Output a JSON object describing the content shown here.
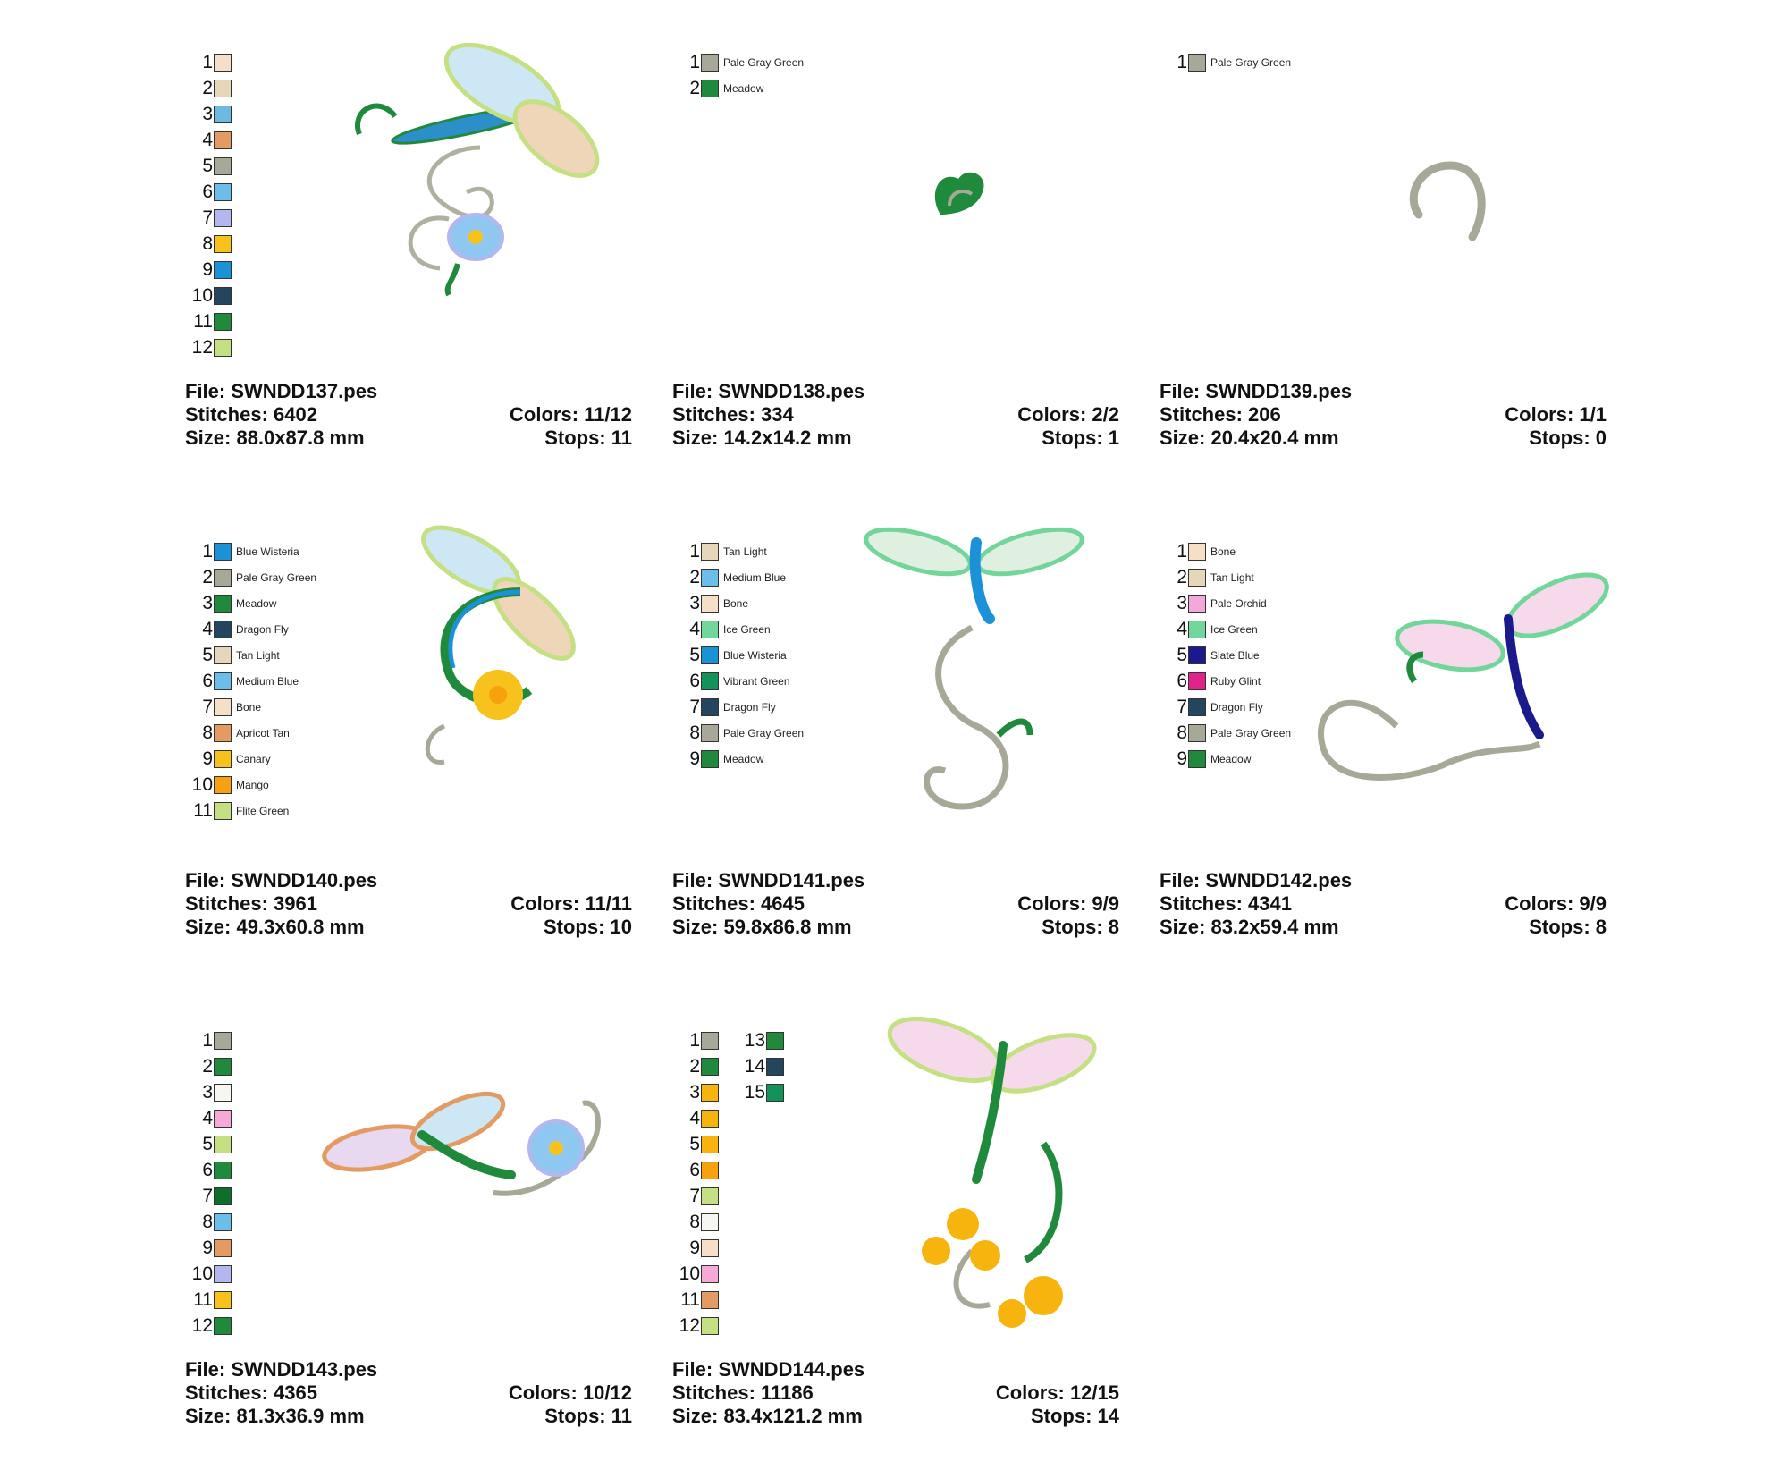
{
  "designs": [
    {
      "file": "File: SWNDD137.pes",
      "stitches": "Stitches: 6402",
      "size": "Size: 88.0x87.8 mm",
      "colors": "Colors: 11/12",
      "stops": "Stops: 11",
      "swatches": [
        {
          "num": "1",
          "color": "#F5DFC6",
          "name": ""
        },
        {
          "num": "2",
          "color": "#E6D7BA",
          "name": ""
        },
        {
          "num": "3",
          "color": "#6CB9E4",
          "name": ""
        },
        {
          "num": "4",
          "color": "#E39A63",
          "name": ""
        },
        {
          "num": "5",
          "color": "#A8A898",
          "name": ""
        },
        {
          "num": "6",
          "color": "#6CBEEA",
          "name": ""
        },
        {
          "num": "7",
          "color": "#B4B6F0",
          "name": ""
        },
        {
          "num": "8",
          "color": "#F7C21B",
          "name": ""
        },
        {
          "num": "9",
          "color": "#1B92D7",
          "name": ""
        },
        {
          "num": "10",
          "color": "#24455E",
          "name": ""
        },
        {
          "num": "11",
          "color": "#1F8A3C",
          "name": ""
        },
        {
          "num": "12",
          "color": "#C4E082",
          "name": ""
        }
      ]
    },
    {
      "file": "File: SWNDD138.pes",
      "stitches": "Stitches: 334",
      "size": "Size: 14.2x14.2 mm",
      "colors": "Colors: 2/2",
      "stops": "Stops: 1",
      "swatches": [
        {
          "num": "1",
          "color": "#A8A898",
          "name": "Pale Gray Green"
        },
        {
          "num": "2",
          "color": "#1F8A3C",
          "name": "Meadow"
        }
      ]
    },
    {
      "file": "File: SWNDD139.pes",
      "stitches": "Stitches: 206",
      "size": "Size: 20.4x20.4 mm",
      "colors": "Colors: 1/1",
      "stops": "Stops: 0",
      "swatches": [
        {
          "num": "1",
          "color": "#A8A898",
          "name": "Pale Gray Green"
        }
      ]
    },
    {
      "file": "File: SWNDD140.pes",
      "stitches": "Stitches: 3961",
      "size": "Size: 49.3x60.8 mm",
      "colors": "Colors: 11/11",
      "stops": "Stops: 10",
      "swatches": [
        {
          "num": "1",
          "color": "#1B92D7",
          "name": "Blue Wisteria"
        },
        {
          "num": "2",
          "color": "#A8A898",
          "name": "Pale Gray Green"
        },
        {
          "num": "3",
          "color": "#1F8A3C",
          "name": "Meadow"
        },
        {
          "num": "4",
          "color": "#24455E",
          "name": "Dragon Fly"
        },
        {
          "num": "5",
          "color": "#E6D7BA",
          "name": "Tan Light"
        },
        {
          "num": "6",
          "color": "#6CBEEA",
          "name": "Medium Blue"
        },
        {
          "num": "7",
          "color": "#F5DFC6",
          "name": "Bone"
        },
        {
          "num": "8",
          "color": "#E39A63",
          "name": "Apricot Tan"
        },
        {
          "num": "9",
          "color": "#F7C21B",
          "name": "Canary"
        },
        {
          "num": "10",
          "color": "#F5A20E",
          "name": "Mango"
        },
        {
          "num": "11",
          "color": "#C4E082",
          "name": "Flite Green"
        }
      ]
    },
    {
      "file": "File: SWNDD141.pes",
      "stitches": "Stitches: 4645",
      "size": "Size: 59.8x86.8 mm",
      "colors": "Colors: 9/9",
      "stops": "Stops: 8",
      "swatches": [
        {
          "num": "1",
          "color": "#E6D7BA",
          "name": "Tan Light"
        },
        {
          "num": "2",
          "color": "#6CBEEA",
          "name": "Medium Blue"
        },
        {
          "num": "3",
          "color": "#F5DFC6",
          "name": "Bone"
        },
        {
          "num": "4",
          "color": "#72D69A",
          "name": "Ice Green"
        },
        {
          "num": "5",
          "color": "#1B92D7",
          "name": "Blue Wisteria"
        },
        {
          "num": "6",
          "color": "#13935A",
          "name": "Vibrant Green"
        },
        {
          "num": "7",
          "color": "#24455E",
          "name": "Dragon Fly"
        },
        {
          "num": "8",
          "color": "#A8A898",
          "name": "Pale Gray Green"
        },
        {
          "num": "9",
          "color": "#1F8A3C",
          "name": "Meadow"
        }
      ]
    },
    {
      "file": "File: SWNDD142.pes",
      "stitches": "Stitches: 4341",
      "size": "Size: 83.2x59.4 mm",
      "colors": "Colors: 9/9",
      "stops": "Stops: 8",
      "swatches": [
        {
          "num": "1",
          "color": "#F5DFC6",
          "name": "Bone"
        },
        {
          "num": "2",
          "color": "#E6D7BA",
          "name": "Tan Light"
        },
        {
          "num": "3",
          "color": "#F2A8D8",
          "name": "Pale Orchid"
        },
        {
          "num": "4",
          "color": "#72D69A",
          "name": "Ice Green"
        },
        {
          "num": "5",
          "color": "#1A1A8C",
          "name": "Slate Blue"
        },
        {
          "num": "6",
          "color": "#E0248C",
          "name": "Ruby Glint"
        },
        {
          "num": "7",
          "color": "#24455E",
          "name": "Dragon Fly"
        },
        {
          "num": "8",
          "color": "#A8A898",
          "name": "Pale Gray Green"
        },
        {
          "num": "9",
          "color": "#1F8A3C",
          "name": "Meadow"
        }
      ]
    },
    {
      "file": "File: SWNDD143.pes",
      "stitches": "Stitches: 4365",
      "size": "Size: 81.3x36.9 mm",
      "colors": "Colors: 10/12",
      "stops": "Stops: 11",
      "swatches": [
        {
          "num": "1",
          "color": "#A8A898",
          "name": ""
        },
        {
          "num": "2",
          "color": "#1F8A3C",
          "name": ""
        },
        {
          "num": "3",
          "color": "#F7F7F2",
          "name": ""
        },
        {
          "num": "4",
          "color": "#F4A9D6",
          "name": ""
        },
        {
          "num": "5",
          "color": "#C4E082",
          "name": ""
        },
        {
          "num": "6",
          "color": "#1F8A3C",
          "name": ""
        },
        {
          "num": "7",
          "color": "#0F6E2A",
          "name": ""
        },
        {
          "num": "8",
          "color": "#6CBEEA",
          "name": ""
        },
        {
          "num": "9",
          "color": "#E39A63",
          "name": ""
        },
        {
          "num": "10",
          "color": "#B4B6F0",
          "name": ""
        },
        {
          "num": "11",
          "color": "#F7C21B",
          "name": ""
        },
        {
          "num": "12",
          "color": "#1F8A3C",
          "name": ""
        }
      ]
    },
    {
      "file": "File: SWNDD144.pes",
      "stitches": "Stitches: 11186",
      "size": "Size: 83.4x121.2 mm",
      "colors": "Colors: 12/15",
      "stops": "Stops: 14",
      "swatches": [
        {
          "num": "1",
          "color": "#A8A898",
          "name": ""
        },
        {
          "num": "2",
          "color": "#1F8A3C",
          "name": ""
        },
        {
          "num": "3",
          "color": "#F7B40E",
          "name": ""
        },
        {
          "num": "4",
          "color": "#F7B40E",
          "name": ""
        },
        {
          "num": "5",
          "color": "#F7B40E",
          "name": ""
        },
        {
          "num": "6",
          "color": "#F5A20E",
          "name": ""
        },
        {
          "num": "7",
          "color": "#C4E082",
          "name": ""
        },
        {
          "num": "8",
          "color": "#F7F7F2",
          "name": ""
        },
        {
          "num": "9",
          "color": "#F5DFC6",
          "name": ""
        },
        {
          "num": "10",
          "color": "#F4A9D6",
          "name": ""
        },
        {
          "num": "11",
          "color": "#E39A63",
          "name": ""
        },
        {
          "num": "12",
          "color": "#C4E082",
          "name": ""
        }
      ],
      "swatches_col2": [
        {
          "num": "13",
          "color": "#1F8A3C",
          "name": ""
        },
        {
          "num": "14",
          "color": "#24455E",
          "name": ""
        },
        {
          "num": "15",
          "color": "#13935A",
          "name": ""
        }
      ]
    }
  ]
}
